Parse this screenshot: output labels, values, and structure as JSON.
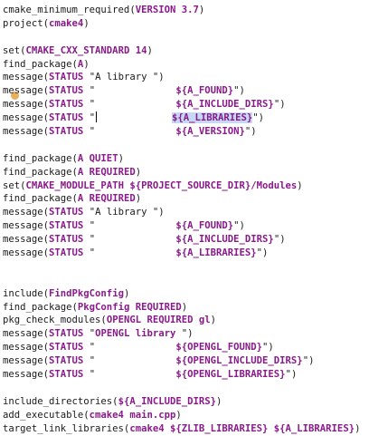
{
  "lines": [
    [
      {
        "t": "cmake_minimum_required(",
        "c": "kw"
      },
      {
        "t": "VERSION 3.7",
        "c": "b"
      },
      {
        "t": ")",
        "c": "kw"
      }
    ],
    [
      {
        "t": "project(",
        "c": "kw"
      },
      {
        "t": "cmake4",
        "c": "b"
      },
      {
        "t": ")",
        "c": "kw"
      }
    ],
    [],
    [
      {
        "t": "set(",
        "c": "kw"
      },
      {
        "t": "CMAKE_CXX_STANDARD 14",
        "c": "b"
      },
      {
        "t": ")",
        "c": "kw"
      }
    ],
    [
      {
        "t": "find_package(",
        "c": "kw"
      },
      {
        "t": "A",
        "c": "b"
      },
      {
        "t": ")",
        "c": "kw"
      }
    ],
    [
      {
        "t": "message(",
        "c": "kw"
      },
      {
        "t": "STATUS",
        "c": "b"
      },
      {
        "t": " \"A library \")",
        "c": "s"
      }
    ],
    [
      {
        "t": "message(",
        "c": "kw"
      },
      {
        "t": "STATUS",
        "c": "b"
      },
      {
        "t": " \"              ",
        "c": "s"
      },
      {
        "t": "${A_FOUND}",
        "c": "b"
      },
      {
        "t": "\")",
        "c": "s"
      }
    ],
    [
      {
        "t": "message(",
        "c": "kw"
      },
      {
        "t": "STATUS",
        "c": "b"
      },
      {
        "t": " \"              ",
        "c": "s"
      },
      {
        "t": "${A_INCLUDE_DIRS}",
        "c": "b"
      },
      {
        "t": "\")",
        "c": "s"
      }
    ],
    [
      {
        "t": "message(",
        "c": "kw"
      },
      {
        "t": "STATUS",
        "c": "b"
      },
      {
        "t": " \"",
        "c": "s"
      },
      {
        "t": "",
        "c": "cursor"
      },
      {
        "t": "             ",
        "c": "s"
      },
      {
        "t": "${A_LIBRARIES}",
        "c": "b hl"
      },
      {
        "t": "\")",
        "c": "s"
      }
    ],
    [
      {
        "t": "message(",
        "c": "kw"
      },
      {
        "t": "STATUS",
        "c": "b"
      },
      {
        "t": " \"              ",
        "c": "s"
      },
      {
        "t": "${A_VERSION}",
        "c": "b"
      },
      {
        "t": "\")",
        "c": "s"
      }
    ],
    [],
    [
      {
        "t": "find_package(",
        "c": "kw"
      },
      {
        "t": "A QUIET",
        "c": "b"
      },
      {
        "t": ")",
        "c": "kw"
      }
    ],
    [
      {
        "t": "find_package(",
        "c": "kw"
      },
      {
        "t": "A REQUIRED",
        "c": "b"
      },
      {
        "t": ")",
        "c": "kw"
      }
    ],
    [
      {
        "t": "set(",
        "c": "kw"
      },
      {
        "t": "CMAKE_MODULE_PATH ${PROJECT_SOURCE_DIR}/Modules",
        "c": "b"
      },
      {
        "t": ")",
        "c": "kw"
      }
    ],
    [
      {
        "t": "find_package(",
        "c": "kw"
      },
      {
        "t": "A REQUIRED",
        "c": "b"
      },
      {
        "t": ")",
        "c": "kw"
      }
    ],
    [
      {
        "t": "message(",
        "c": "kw"
      },
      {
        "t": "STATUS",
        "c": "b"
      },
      {
        "t": " \"A library \")",
        "c": "s"
      }
    ],
    [
      {
        "t": "message(",
        "c": "kw"
      },
      {
        "t": "STATUS",
        "c": "b"
      },
      {
        "t": " \"              ",
        "c": "s"
      },
      {
        "t": "${A_FOUND}",
        "c": "b"
      },
      {
        "t": "\")",
        "c": "s"
      }
    ],
    [
      {
        "t": "message(",
        "c": "kw"
      },
      {
        "t": "STATUS",
        "c": "b"
      },
      {
        "t": " \"              ",
        "c": "s"
      },
      {
        "t": "${A_INCLUDE_DIRS}",
        "c": "b"
      },
      {
        "t": "\")",
        "c": "s"
      }
    ],
    [
      {
        "t": "message(",
        "c": "kw"
      },
      {
        "t": "STATUS",
        "c": "b"
      },
      {
        "t": " \"              ",
        "c": "s"
      },
      {
        "t": "${A_LIBRARIES}",
        "c": "b"
      },
      {
        "t": "\")",
        "c": "s"
      }
    ],
    [],
    [],
    [
      {
        "t": "include(",
        "c": "kw"
      },
      {
        "t": "FindPkgConfig",
        "c": "b"
      },
      {
        "t": ")",
        "c": "kw"
      }
    ],
    [
      {
        "t": "find_package(",
        "c": "kw"
      },
      {
        "t": "PkgConfig REQUIRED",
        "c": "b"
      },
      {
        "t": ")",
        "c": "kw"
      }
    ],
    [
      {
        "t": "pkg_check_modules(",
        "c": "kw"
      },
      {
        "t": "OPENGL REQUIRED gl",
        "c": "b"
      },
      {
        "t": ")",
        "c": "kw"
      }
    ],
    [
      {
        "t": "message(",
        "c": "kw"
      },
      {
        "t": "STATUS",
        "c": "b"
      },
      {
        "t": " \"",
        "c": "s"
      },
      {
        "t": "OPENGL library",
        "c": "b"
      },
      {
        "t": " \")",
        "c": "s"
      }
    ],
    [
      {
        "t": "message(",
        "c": "kw"
      },
      {
        "t": "STATUS",
        "c": "b"
      },
      {
        "t": " \"              ",
        "c": "s"
      },
      {
        "t": "${OPENGL_FOUND}",
        "c": "b"
      },
      {
        "t": "\")",
        "c": "s"
      }
    ],
    [
      {
        "t": "message(",
        "c": "kw"
      },
      {
        "t": "STATUS",
        "c": "b"
      },
      {
        "t": " \"              ",
        "c": "s"
      },
      {
        "t": "${OPENGL_INCLUDE_DIRS}",
        "c": "b"
      },
      {
        "t": "\")",
        "c": "s"
      }
    ],
    [
      {
        "t": "message(",
        "c": "kw"
      },
      {
        "t": "STATUS",
        "c": "b"
      },
      {
        "t": " \"              ",
        "c": "s"
      },
      {
        "t": "${OPENGL_LIBRARIES}",
        "c": "b"
      },
      {
        "t": "\")",
        "c": "s"
      }
    ],
    [],
    [
      {
        "t": "include_directories(",
        "c": "kw"
      },
      {
        "t": "${A_INCLUDE_DIRS}",
        "c": "b"
      },
      {
        "t": ")",
        "c": "kw"
      }
    ],
    [
      {
        "t": "add_executable(",
        "c": "kw"
      },
      {
        "t": "cmake4 main.cpp",
        "c": "b"
      },
      {
        "t": ")",
        "c": "kw"
      }
    ],
    [
      {
        "t": "target_link_libraries(",
        "c": "kw"
      },
      {
        "t": "cmake4 ${ZLIB_LIBRARIES} ${A_LIBRARIES}",
        "c": "b"
      },
      {
        "t": ")",
        "c": "kw"
      }
    ]
  ],
  "colors": {
    "keyword_bold": "#8a1a8c",
    "selection": "#c7d8f4",
    "text": "#1a1a1a"
  }
}
